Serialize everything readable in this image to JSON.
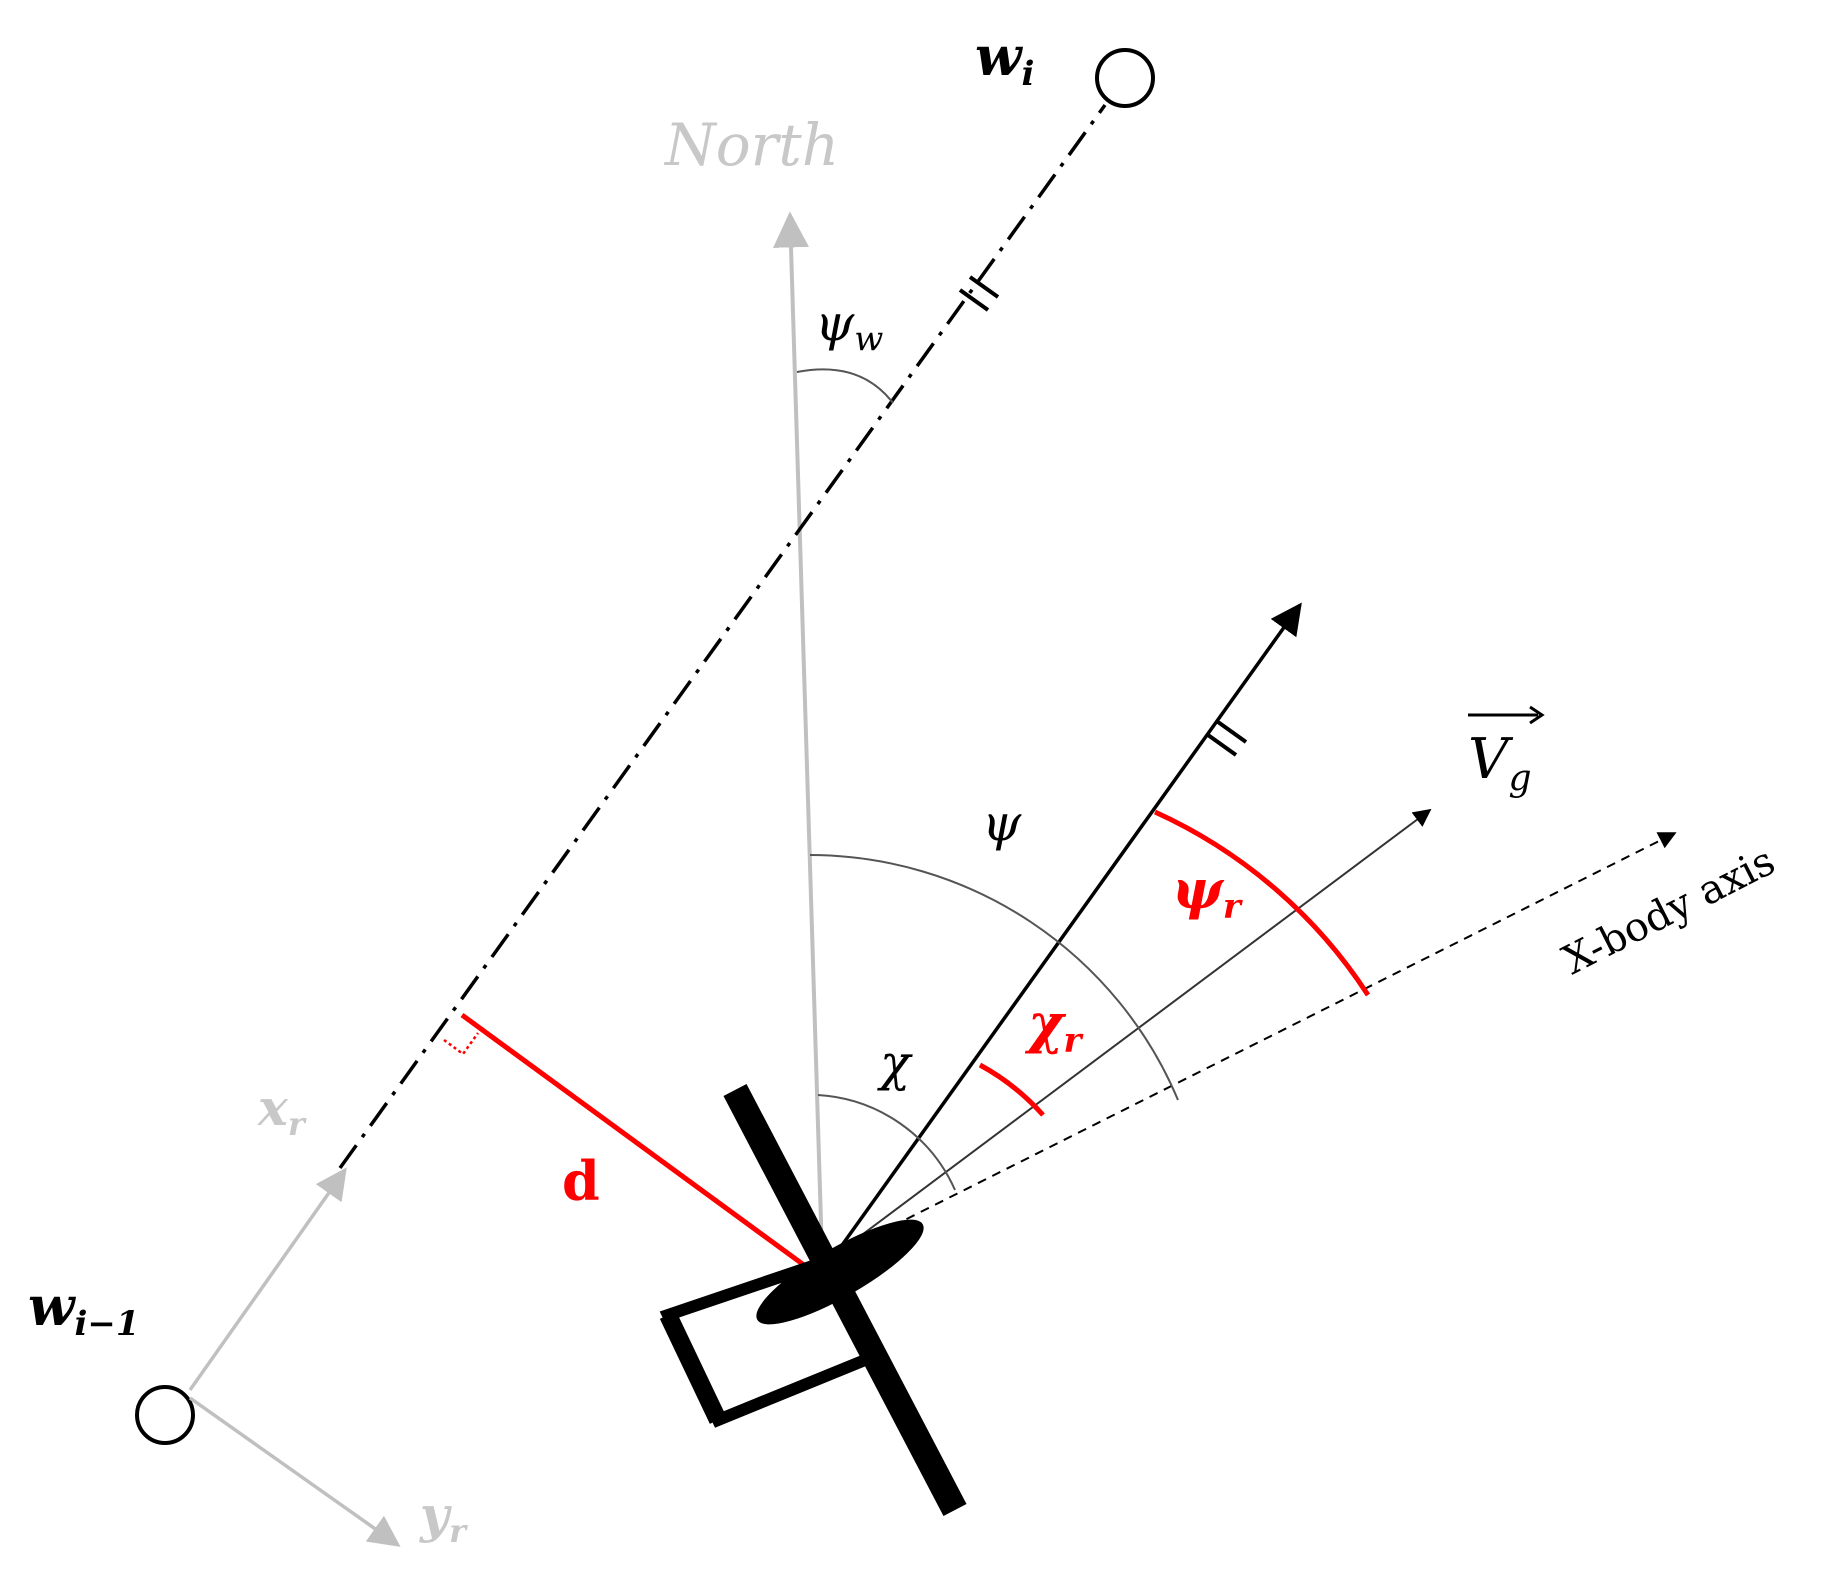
{
  "labels": {
    "wi": "w",
    "wi_sub": "i",
    "wim1": "w",
    "wim1_sub": "i−1",
    "north": "North",
    "psi_w": "ψ",
    "psi_w_sub": "w",
    "psi": "ψ",
    "chi": "χ",
    "chi_r": "χ",
    "chi_r_sub": "r",
    "psi_r": "ψ",
    "psi_r_sub": "r",
    "vg": "V",
    "vg_sub": "g",
    "xbody": "X-body axis",
    "d": "d",
    "xr": "x",
    "xr_sub": "r",
    "yr": "y",
    "yr_sub": "r"
  },
  "colors": {
    "black": "#000000",
    "red": "#ff0000",
    "gray": "#c0c0c0",
    "dark_gray": "#555555"
  }
}
